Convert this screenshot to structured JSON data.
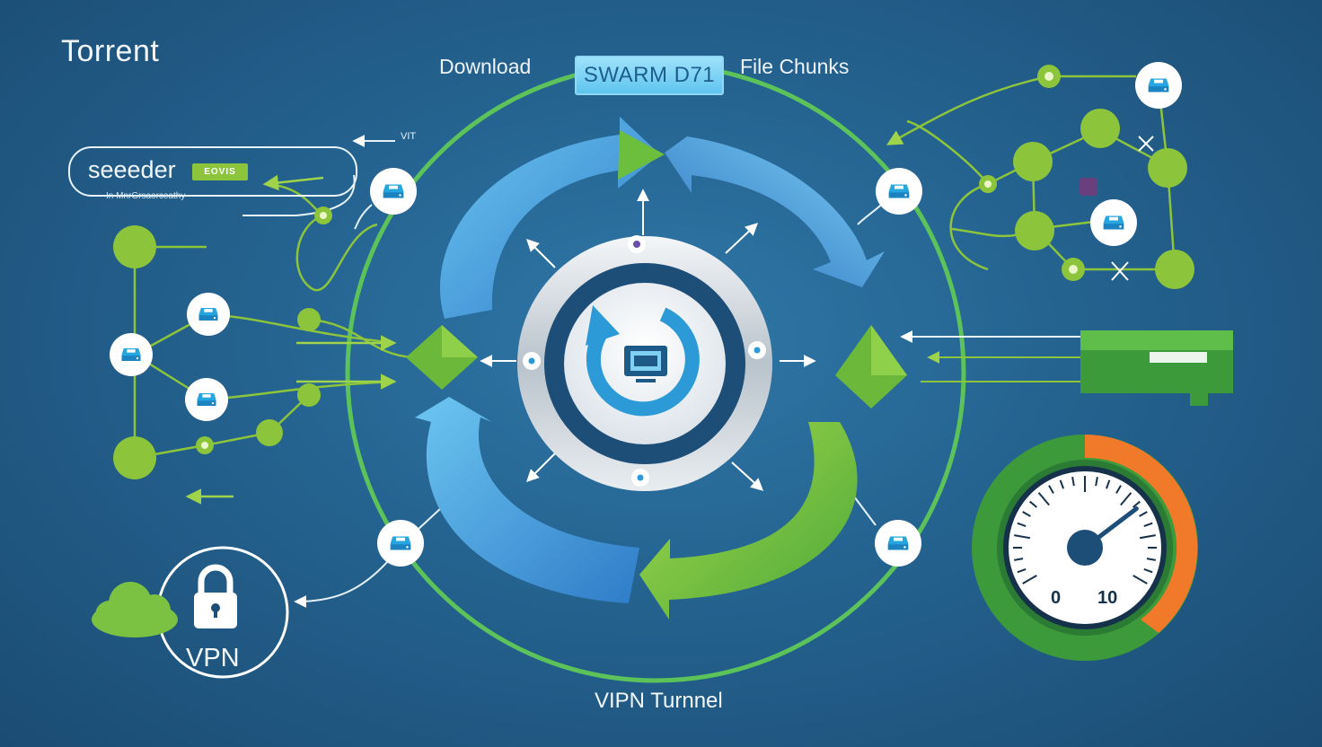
{
  "title": "Torrent",
  "header": {
    "download_label": "Download",
    "swarm_label": "SWARM D71",
    "file_chunks_label": "File Chunks"
  },
  "seeder": {
    "label": "seeeder",
    "badge": "EOVIS",
    "sub_label": "In MnrGrsaorceathy",
    "arrow_label": "VIT"
  },
  "vpn": {
    "label": "VPN",
    "tunnel_label": "VIPN Turnnel"
  },
  "gauge": {
    "min_label": "0",
    "max_label": "10",
    "needle_value_fraction": 0.72
  },
  "colors": {
    "background": "#24628f",
    "ring_green": "#5cc25a",
    "arrow_blue": "#3f9fdd",
    "arrow_green": "#7cc242",
    "node_green": "#8cc43c",
    "accent_orange": "#f07a2a"
  },
  "icons": {
    "center": "sync-icon",
    "peer": "hard-drive-icon",
    "vpn": "lock-icon",
    "cloud": "cloud-icon",
    "meter": "speedometer-icon"
  }
}
